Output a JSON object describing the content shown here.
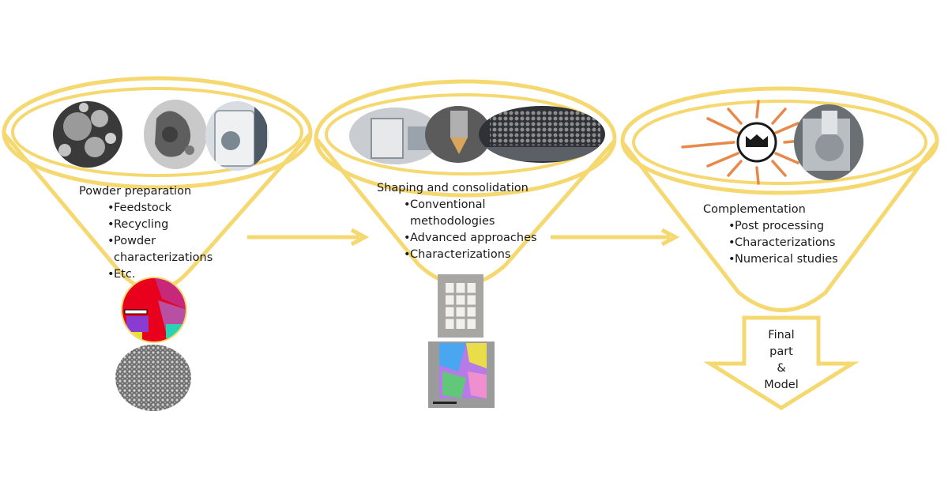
{
  "stages": [
    {
      "title": "Powder preparation",
      "items": [
        "Feedstock",
        "Recycling",
        "Powder characterizations",
        "Etc."
      ]
    },
    {
      "title": "Shaping and consolidation",
      "items": [
        "Conventional methodologies",
        "Advanced approaches",
        "Characterizations"
      ]
    },
    {
      "title": "Complementation",
      "items": [
        "Post processing",
        "Characterizations",
        "Numerical studies"
      ]
    }
  ],
  "final": {
    "line1": "Final",
    "line2": "part",
    "line3": "&",
    "line4": "Model"
  },
  "colors": {
    "funnel": "#F5D870",
    "sun": "#E8894A"
  }
}
